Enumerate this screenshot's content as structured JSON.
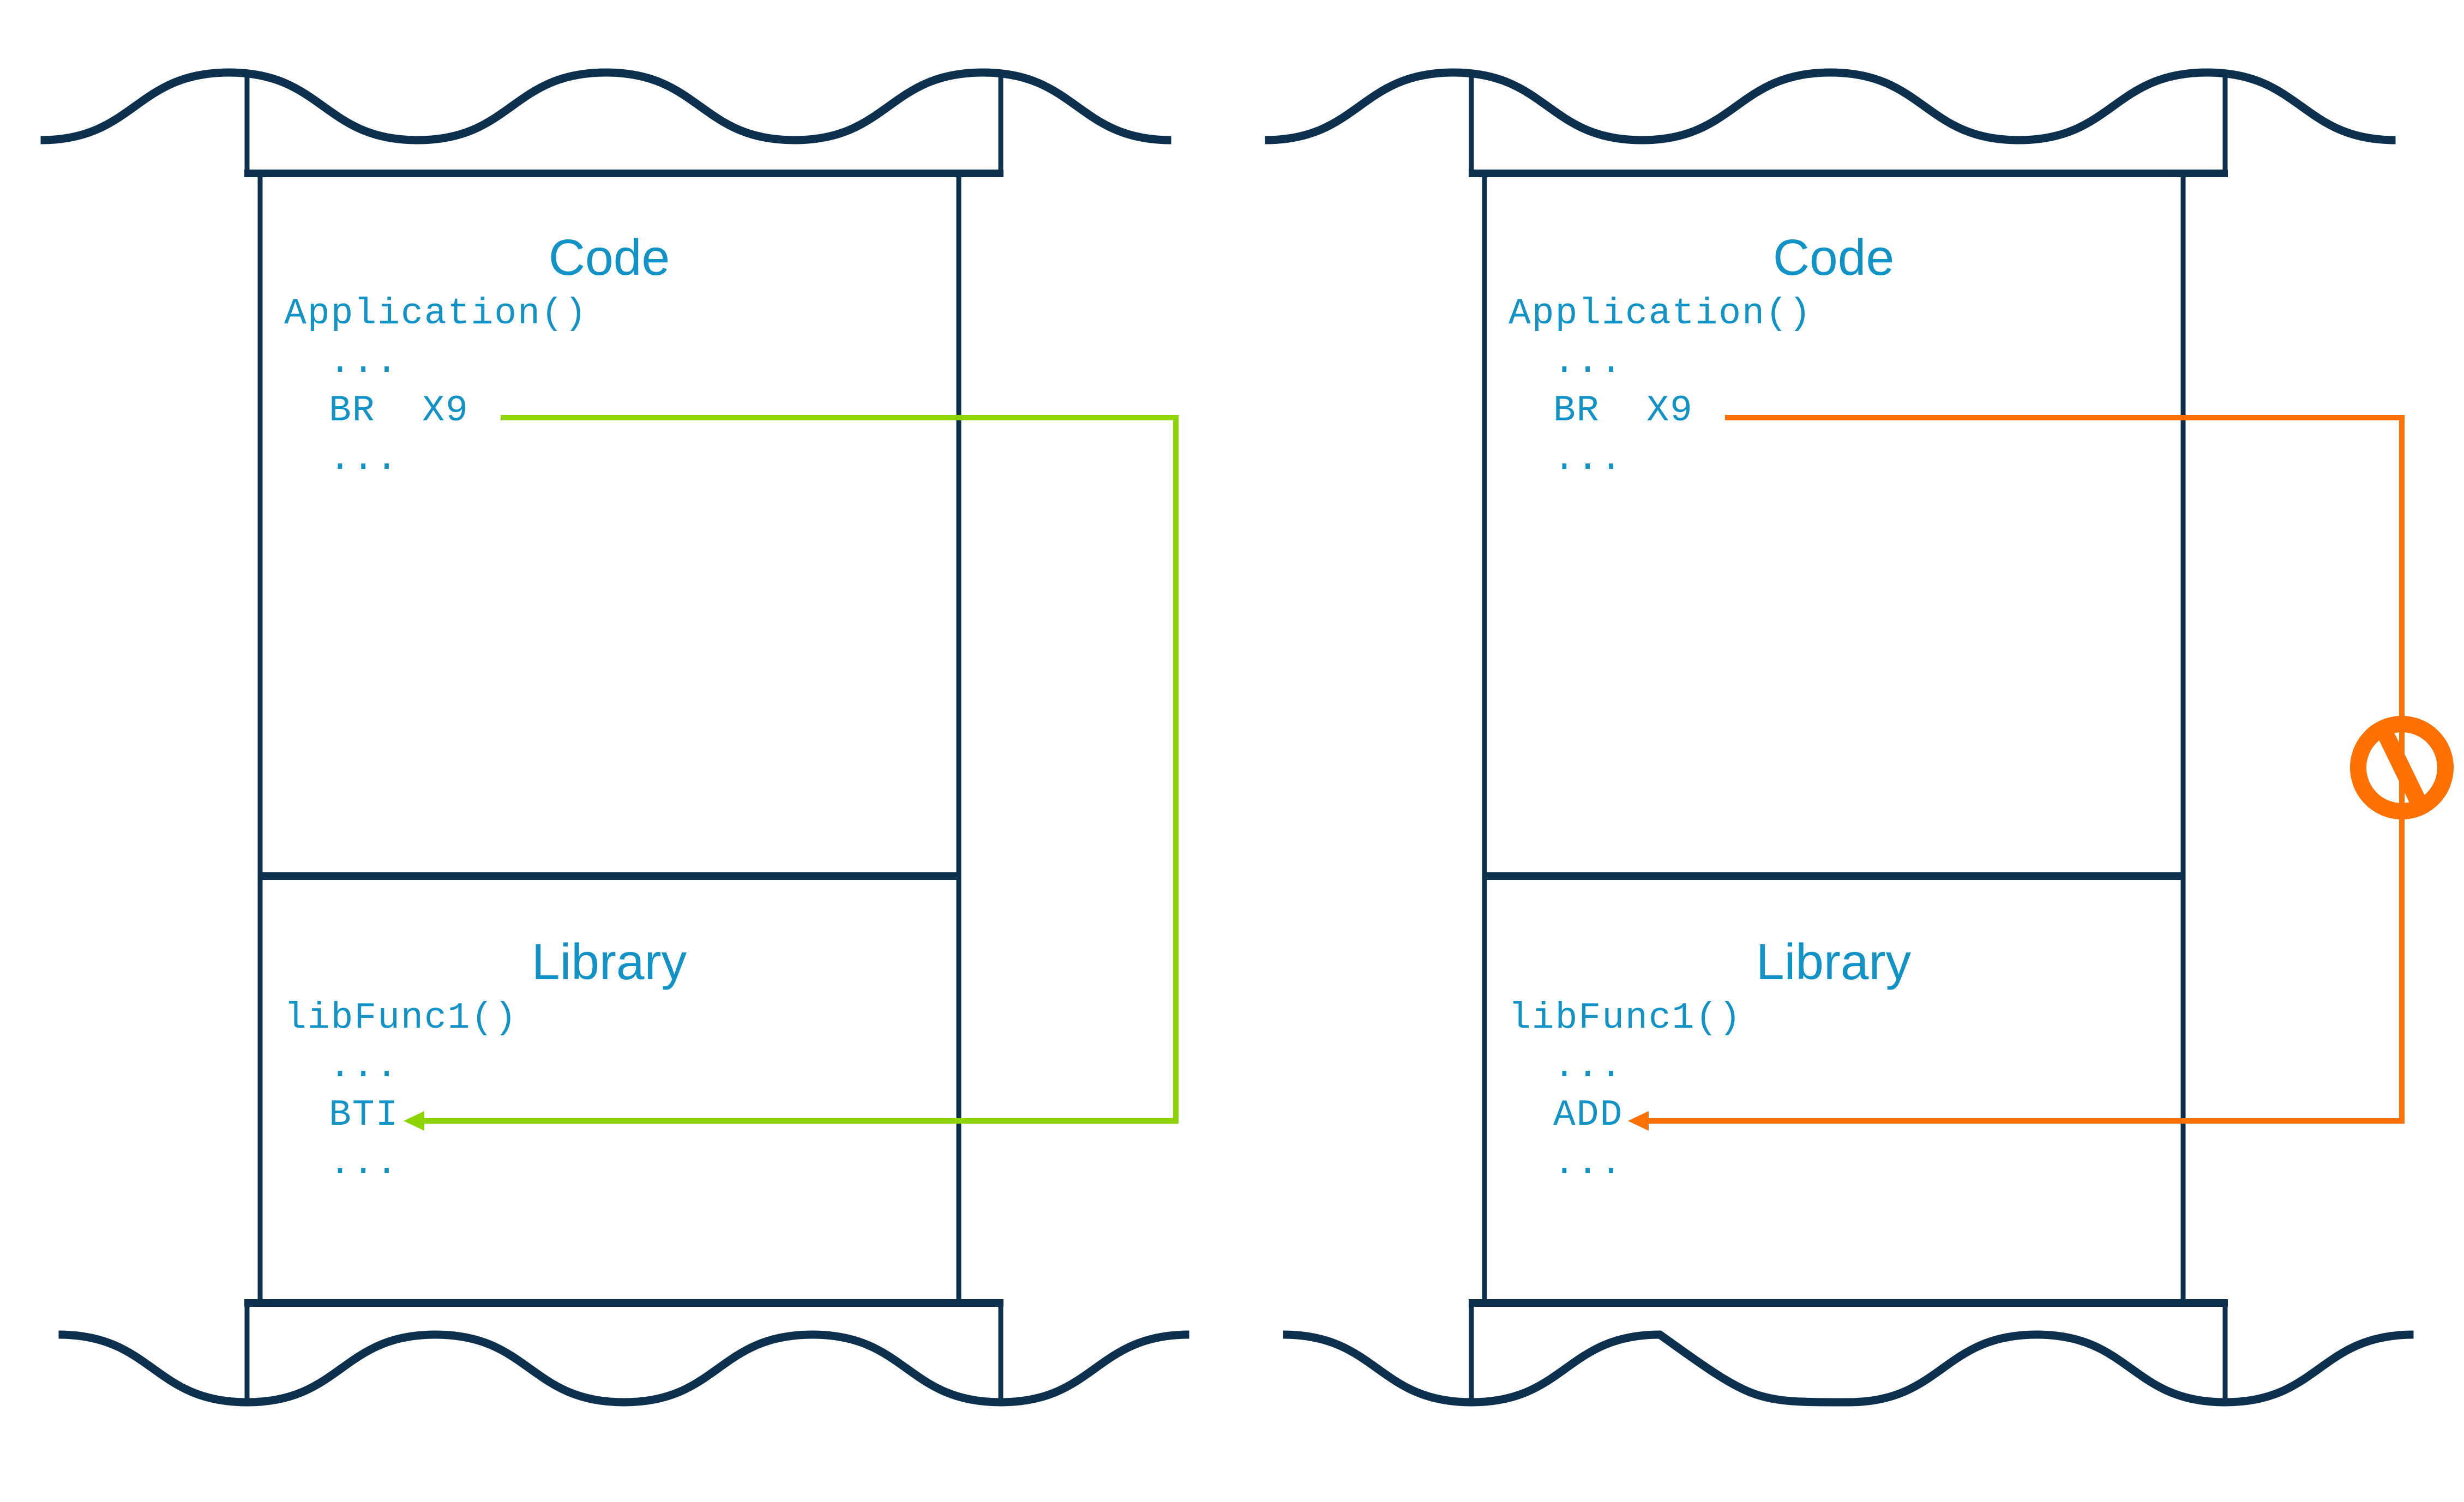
{
  "colors": {
    "navy": "#0c304d",
    "blue": "#1293c7",
    "green": "#8ed402",
    "orange": "#ff7003"
  },
  "panels": [
    {
      "name": "branch-with-bti-allowed",
      "code": {
        "title": "Code",
        "fn": "Application()",
        "lines": [
          "...",
          "BR  X9",
          "..."
        ]
      },
      "library": {
        "title": "Library",
        "fn": "libFunc1()",
        "lines": [
          "...",
          "BTI",
          "..."
        ]
      },
      "arrow": "green-branch-arrow",
      "blocked": false
    },
    {
      "name": "branch-without-bti-blocked",
      "code": {
        "title": "Code",
        "fn": "Application()",
        "lines": [
          "...",
          "BR  X9",
          "..."
        ]
      },
      "library": {
        "title": "Library",
        "fn": "libFunc1()",
        "lines": [
          "...",
          "ADD",
          "..."
        ]
      },
      "arrow": "orange-branch-arrow",
      "blocked": true,
      "blocked_icon": "no-entry-icon"
    }
  ]
}
